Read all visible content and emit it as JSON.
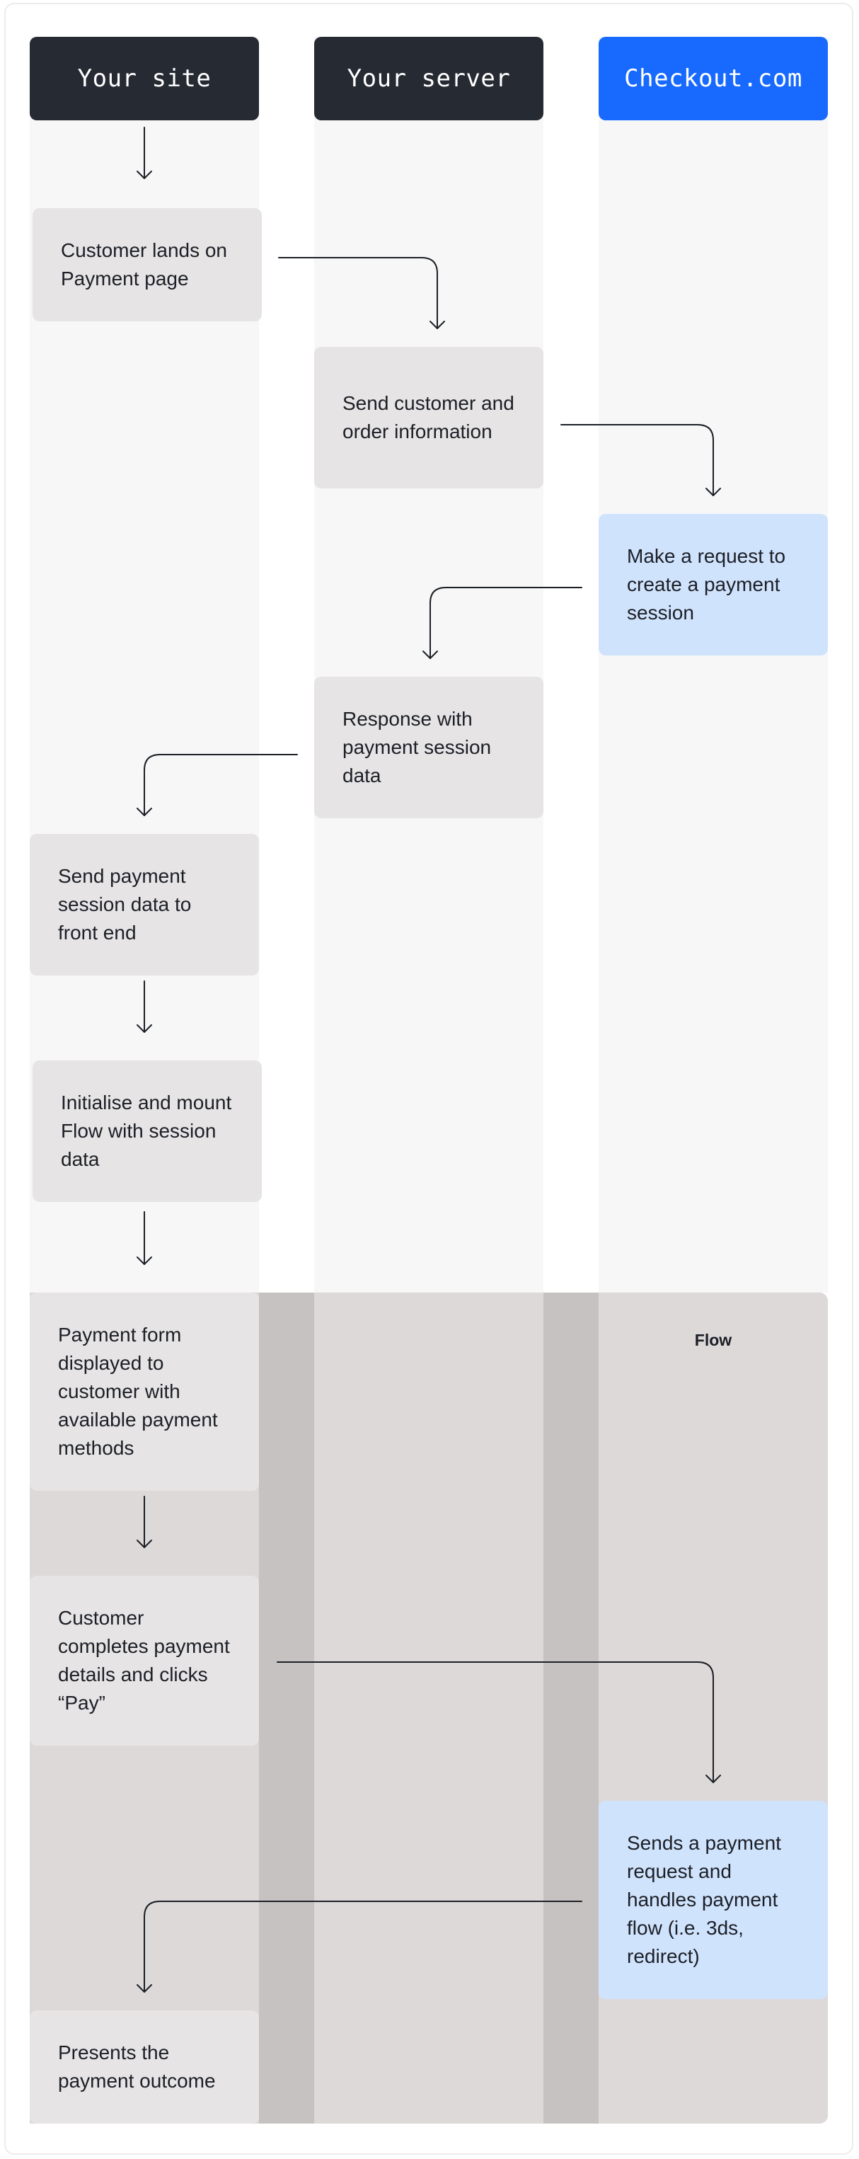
{
  "lanes": [
    {
      "name": "Your site",
      "style": "dark"
    },
    {
      "name": "Your server",
      "style": "dark"
    },
    {
      "name": "Checkout.com",
      "style": "blue"
    }
  ],
  "colors": {
    "header_dark": "#262a33",
    "header_blue": "#186aff",
    "step_grey": "#e6e4e4",
    "step_blue": "#d0e3fd",
    "lane_background": "#f7f7f7",
    "flow_background": "#ddd9d9"
  },
  "flow_label": "Flow",
  "steps": [
    {
      "lane": "Your site",
      "text": "Customer lands on Payment page"
    },
    {
      "lane": "Your server",
      "text": "Send customer and order information"
    },
    {
      "lane": "Checkout.com",
      "text": "Make a request to create a payment session"
    },
    {
      "lane": "Your server",
      "text": "Response with payment session data"
    },
    {
      "lane": "Your site",
      "text": "Send payment session data to front end"
    },
    {
      "lane": "Your site",
      "text": "Initialise and mount Flow with session data"
    },
    {
      "lane": "Your site",
      "text": "Payment form displayed to customer with available payment methods"
    },
    {
      "lane": "Your site",
      "text": "Customer completes payment details and clicks “Pay”"
    },
    {
      "lane": "Checkout.com",
      "text": "Sends a payment request and handles payment flow (i.e. 3ds, redirect)"
    },
    {
      "lane": "Your site",
      "text": "Presents the payment outcome"
    }
  ]
}
